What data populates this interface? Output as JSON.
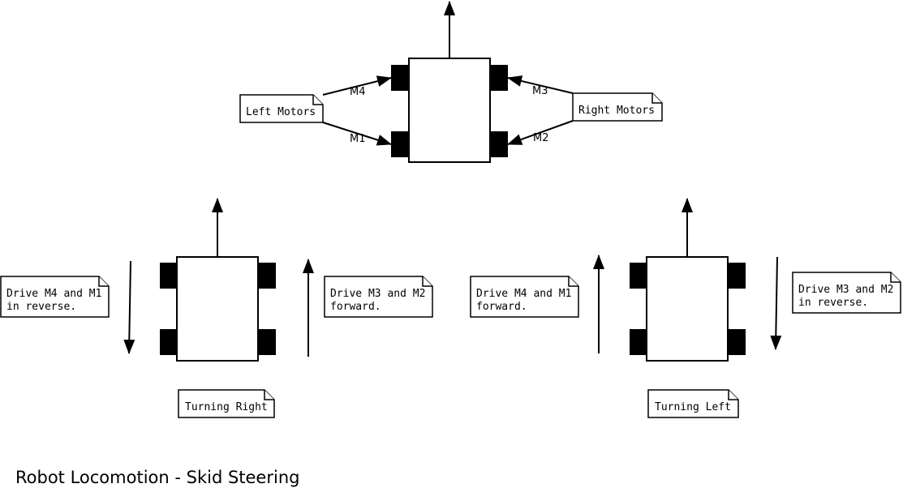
{
  "title": "Robot Locomotion - Skid Steering",
  "top": {
    "left_note": "Left Motors",
    "right_note": "Right Motors",
    "motors": {
      "m4": "M4",
      "m1": "M1",
      "m3": "M3",
      "m2": "M2"
    }
  },
  "turning_right": {
    "label": "Turning Right",
    "left_note": [
      "Drive M4 and M1",
      "in reverse."
    ],
    "right_note": [
      "Drive M3 and M2",
      "forward."
    ]
  },
  "turning_left": {
    "label": "Turning Left",
    "left_note": [
      "Drive M4 and M1",
      "forward."
    ],
    "right_note": [
      "Drive M3 and M2",
      "in reverse."
    ]
  }
}
